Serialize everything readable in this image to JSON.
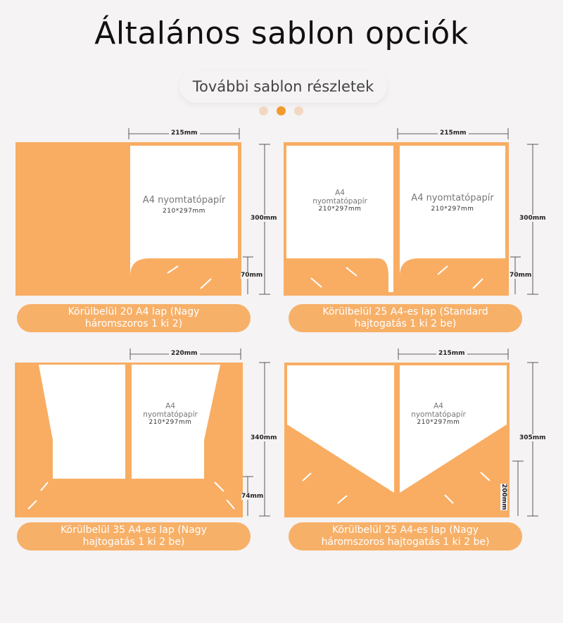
{
  "title": "Általános sablon opciók",
  "subtitle": "További sablon részletek",
  "carousel": {
    "dots": 3,
    "active": 1
  },
  "paper_label": "A4 nyomtatópapír",
  "paper_label_l1": "A4",
  "paper_label_l2": "nyomtatópapír",
  "paper_size": "210*297mm",
  "colors": {
    "folder": "#f8ad63",
    "paper": "#ffffff",
    "caption": "#f7b068"
  },
  "panels": [
    {
      "width_dim": "215mm",
      "height_dim": "300mm",
      "pocket_dim": "70mm",
      "caption": "Körülbelül 20 A4 lap (Nagy háromszoros 1 ki 2)"
    },
    {
      "width_dim": "215mm",
      "height_dim": "300mm",
      "pocket_dim": "70mm",
      "caption": "Körülbelül 25 A4-es lap (Standard hajtogatás 1 ki 2 be)"
    },
    {
      "width_dim": "220mm",
      "height_dim": "340mm",
      "pocket_dim": "74mm",
      "caption": "Körülbelül 35 A4-es lap (Nagy hajtogatás 1 ki 2 be)"
    },
    {
      "width_dim": "215mm",
      "height_dim": "305mm",
      "pocket_dim": "200mm",
      "caption": "Körülbelül 25 A4-es lap (Nagy háromszoros hajtogatás 1 ki 2 be)"
    }
  ]
}
